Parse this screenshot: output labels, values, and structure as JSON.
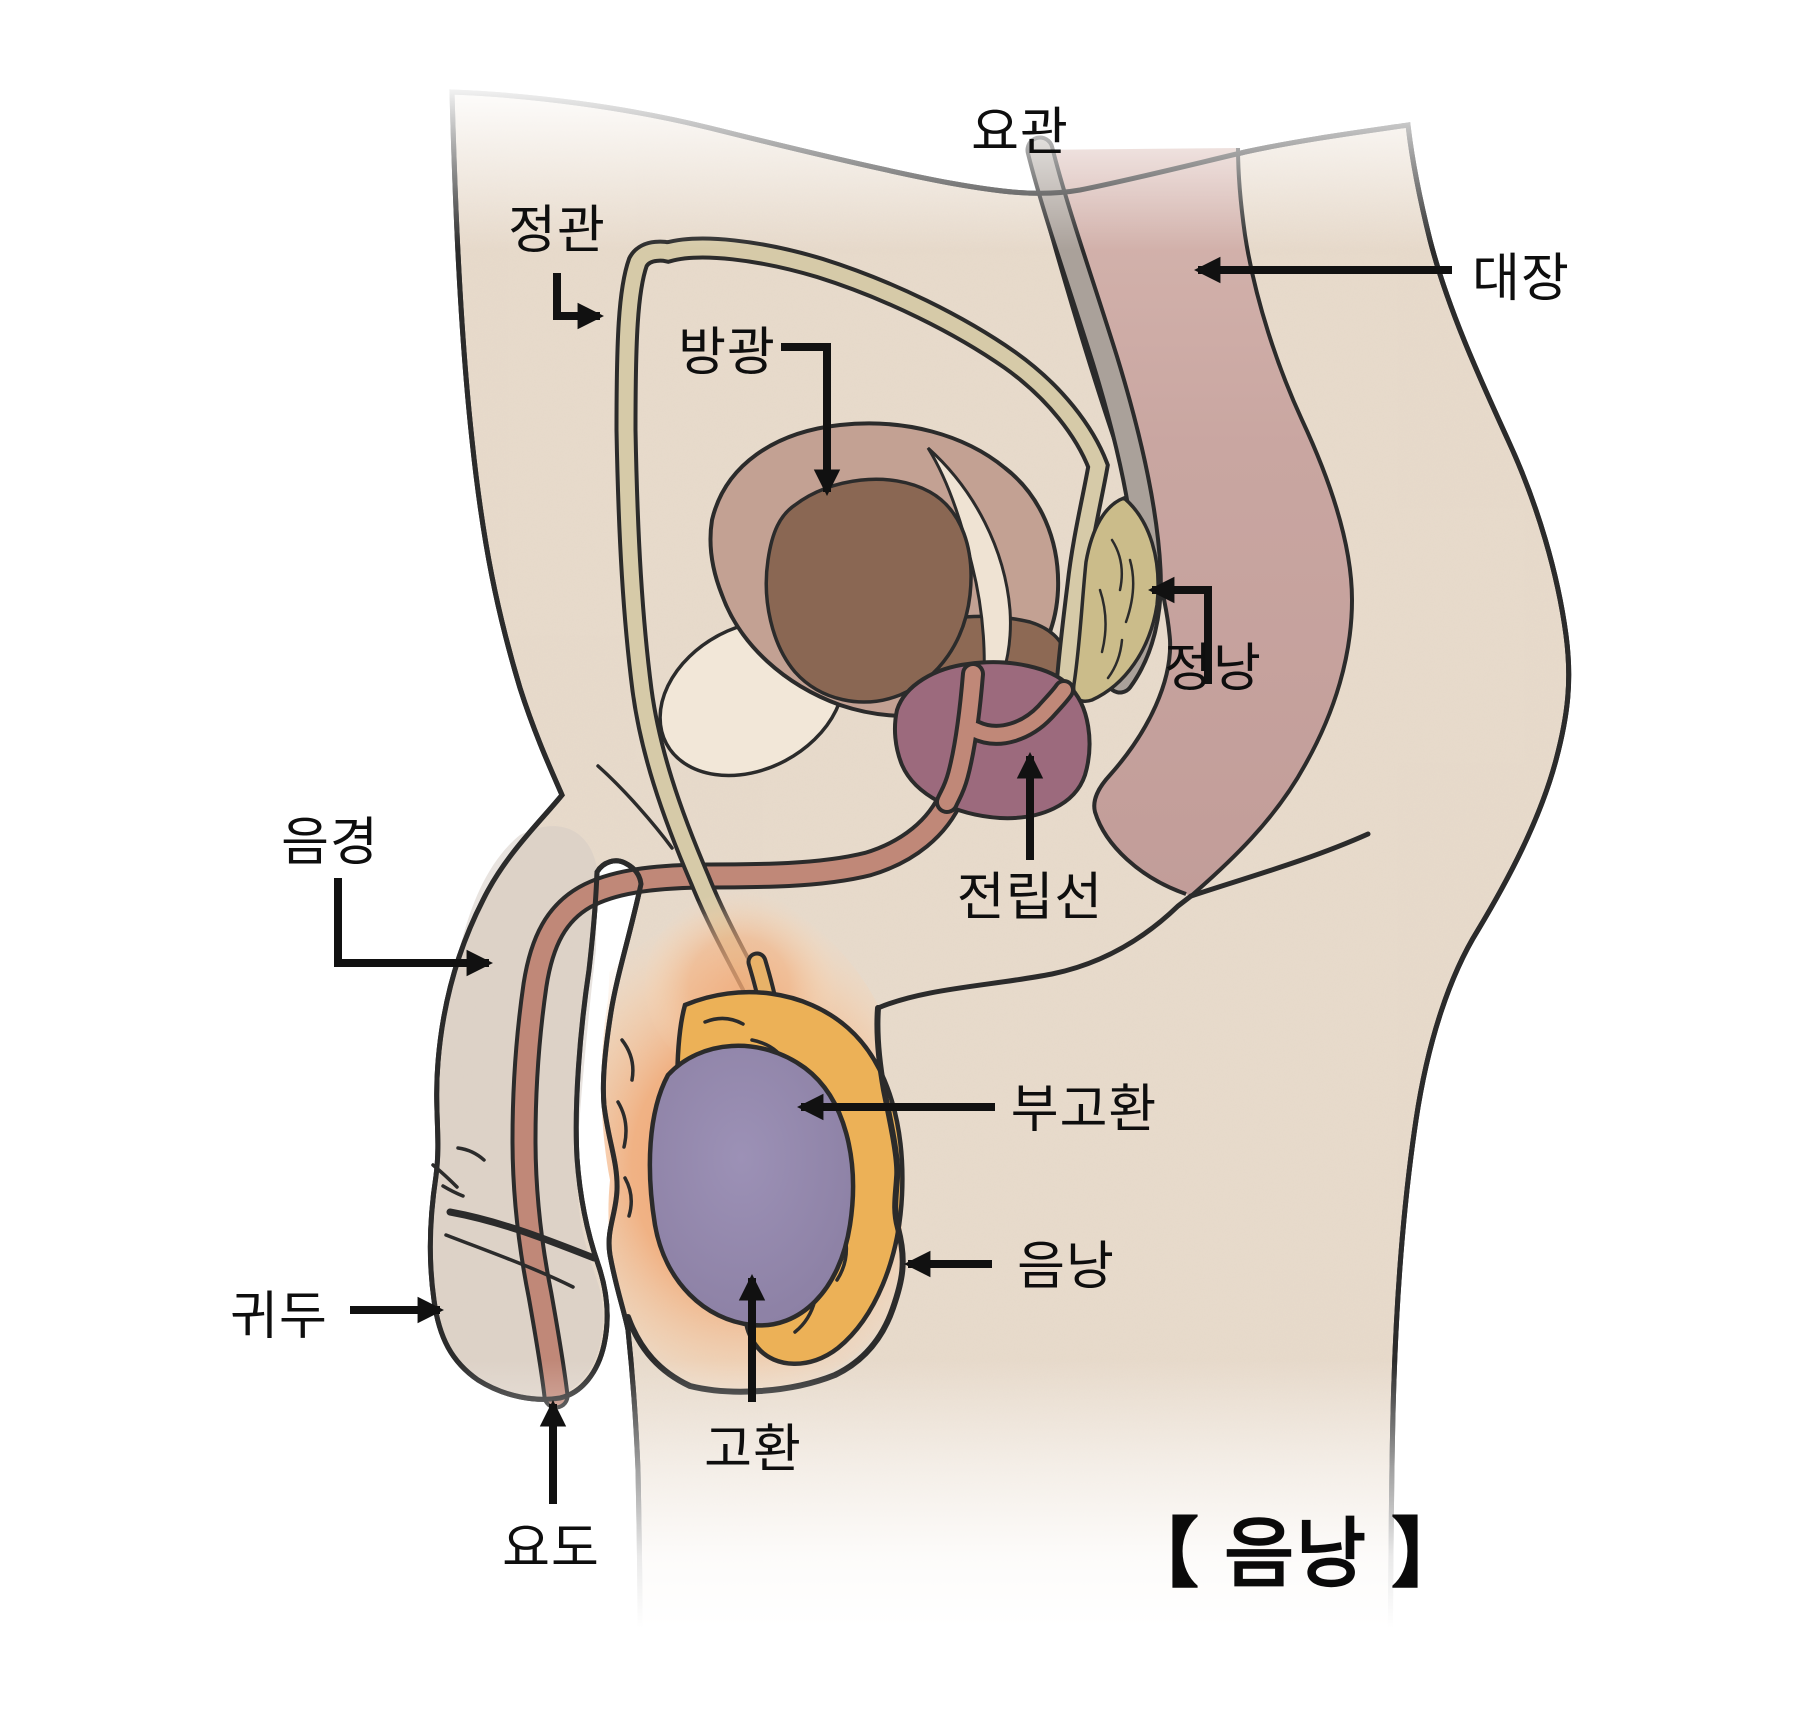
{
  "figure": {
    "title": "【 음낭 】",
    "labels": {
      "ureter": "요관",
      "vas_deferens": "정관",
      "bladder": "방광",
      "colon": "대장",
      "seminal_vesicle": "정낭",
      "prostate": "전립선",
      "penis": "음경",
      "epididymis": "부고환",
      "scrotum": "음낭",
      "glans": "귀두",
      "testis": "고환",
      "urethra": "요도"
    }
  },
  "palette": {
    "skin": "#e8dbcc",
    "penis_skin": "#d6ccc4",
    "colon": "#c9a6a1",
    "bladder_outer": "#c3a193",
    "bladder_inner": "#8a6753",
    "bladder_base": "#8d6954",
    "bladder_opening": "#efe3d3",
    "pelvic_bone": "#f2e7d8",
    "seminal_vesicle": "#cbbc8a",
    "prostate": "#9c6a7d",
    "urethra_tube": "#c08878",
    "ureter_tube": "#aaa19a",
    "vas_deferens": "#d6caa8",
    "epididymis": "#ecb157",
    "testis": "#9187ac",
    "scrotum_glow": "#f09a60",
    "outline": "#2b2b2b",
    "label_text": "#0e0e0e"
  }
}
